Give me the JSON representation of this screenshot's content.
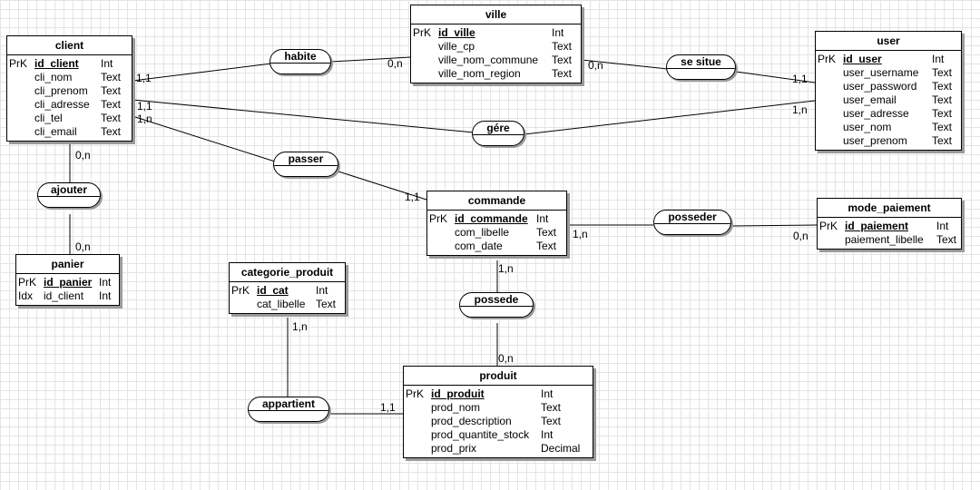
{
  "entities": {
    "client": {
      "title": "client",
      "attrs": [
        {
          "key": "PrK",
          "name": "id_client",
          "type": "Int",
          "pk": true
        },
        {
          "key": "",
          "name": "cli_nom",
          "type": "Text"
        },
        {
          "key": "",
          "name": "cli_prenom",
          "type": "Text"
        },
        {
          "key": "",
          "name": "cli_adresse",
          "type": "Text"
        },
        {
          "key": "",
          "name": "cli_tel",
          "type": "Text"
        },
        {
          "key": "",
          "name": "cli_email",
          "type": "Text"
        }
      ]
    },
    "ville": {
      "title": "ville",
      "attrs": [
        {
          "key": "PrK",
          "name": "id_ville",
          "type": "Int",
          "pk": true
        },
        {
          "key": "",
          "name": "ville_cp",
          "type": "Text"
        },
        {
          "key": "",
          "name": "ville_nom_commune",
          "type": "Text"
        },
        {
          "key": "",
          "name": "ville_nom_region",
          "type": "Text"
        }
      ]
    },
    "user": {
      "title": "user",
      "attrs": [
        {
          "key": "PrK",
          "name": "id_user",
          "type": "Int",
          "pk": true
        },
        {
          "key": "",
          "name": "user_username",
          "type": "Text"
        },
        {
          "key": "",
          "name": "user_password",
          "type": "Text"
        },
        {
          "key": "",
          "name": "user_email",
          "type": "Text"
        },
        {
          "key": "",
          "name": "user_adresse",
          "type": "Text"
        },
        {
          "key": "",
          "name": "user_nom",
          "type": "Text"
        },
        {
          "key": "",
          "name": "user_prenom",
          "type": "Text"
        }
      ]
    },
    "commande": {
      "title": "commande",
      "attrs": [
        {
          "key": "PrK",
          "name": "id_commande",
          "type": "Int",
          "pk": true
        },
        {
          "key": "",
          "name": "com_libelle",
          "type": "Text"
        },
        {
          "key": "",
          "name": "com_date",
          "type": "Text"
        }
      ]
    },
    "mode_paiement": {
      "title": "mode_paiement",
      "attrs": [
        {
          "key": "PrK",
          "name": "id_paiement",
          "type": "Int",
          "pk": true
        },
        {
          "key": "",
          "name": "paiement_libelle",
          "type": "Text"
        }
      ]
    },
    "panier": {
      "title": "panier",
      "attrs": [
        {
          "key": "PrK",
          "name": "id_panier",
          "type": "Int",
          "pk": true
        },
        {
          "key": "Idx",
          "name": "id_client",
          "type": "Int"
        }
      ]
    },
    "categorie_produit": {
      "title": "categorie_produit",
      "attrs": [
        {
          "key": "PrK",
          "name": "id_cat",
          "type": "Int",
          "pk": true
        },
        {
          "key": "",
          "name": "cat_libelle",
          "type": "Text"
        }
      ]
    },
    "produit": {
      "title": "produit",
      "attrs": [
        {
          "key": "PrK",
          "name": "id_produit",
          "type": "Int",
          "pk": true
        },
        {
          "key": "",
          "name": "prod_nom",
          "type": "Text"
        },
        {
          "key": "",
          "name": "prod_description",
          "type": "Text"
        },
        {
          "key": "",
          "name": "prod_quantite_stock",
          "type": "Int"
        },
        {
          "key": "",
          "name": "prod_prix",
          "type": "Decimal"
        }
      ]
    }
  },
  "associations": {
    "habite": "habite",
    "se_situe": "se situe",
    "gere": "gére",
    "passer": "passer",
    "ajouter": "ajouter",
    "posseder": "posseder",
    "possede": "possede",
    "appartient": "appartient"
  },
  "cardinalities": {
    "client_habite": "1,1",
    "ville_habite": "0,n",
    "ville_se_situe": "0,n",
    "user_se_situe": "1,1",
    "client_gere": "1,1",
    "client_passer": "1,n",
    "user_gere": "1,n",
    "client_ajouter": "0,n",
    "panier_ajouter": "0,n",
    "commande_passer": "1,1",
    "commande_posseder": "1,n",
    "mode_paiement_posseder": "0,n",
    "commande_possede": "1,n",
    "produit_possede": "0,n",
    "categorie_appartient": "1,n",
    "produit_appartient": "1,1"
  }
}
